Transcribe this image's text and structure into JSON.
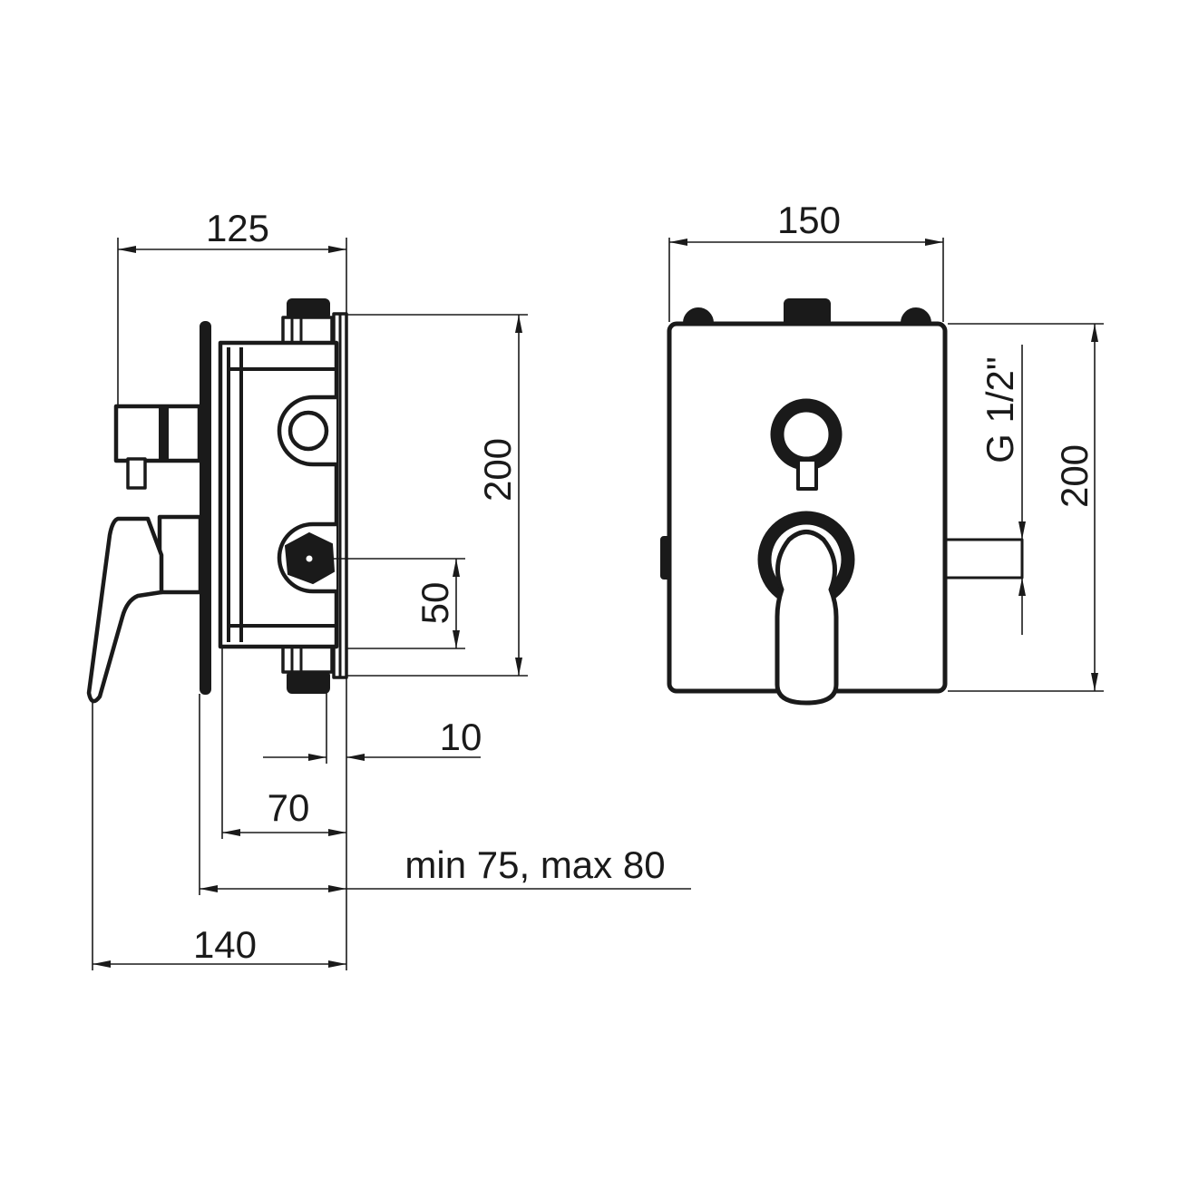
{
  "drawing": {
    "side_view": {
      "dim_depth_handle": "125",
      "dim_height": "200",
      "dim_outlet_offset": "50",
      "dim_flange": "10",
      "dim_box_depth": "70",
      "dim_install_depth": "min 75, max 80",
      "dim_total_depth": "140"
    },
    "front_view": {
      "dim_width": "150",
      "dim_height": "200",
      "dim_thread": "G 1/2\""
    },
    "colors": {
      "line": "#1a1a1a",
      "background": "#ffffff"
    }
  }
}
